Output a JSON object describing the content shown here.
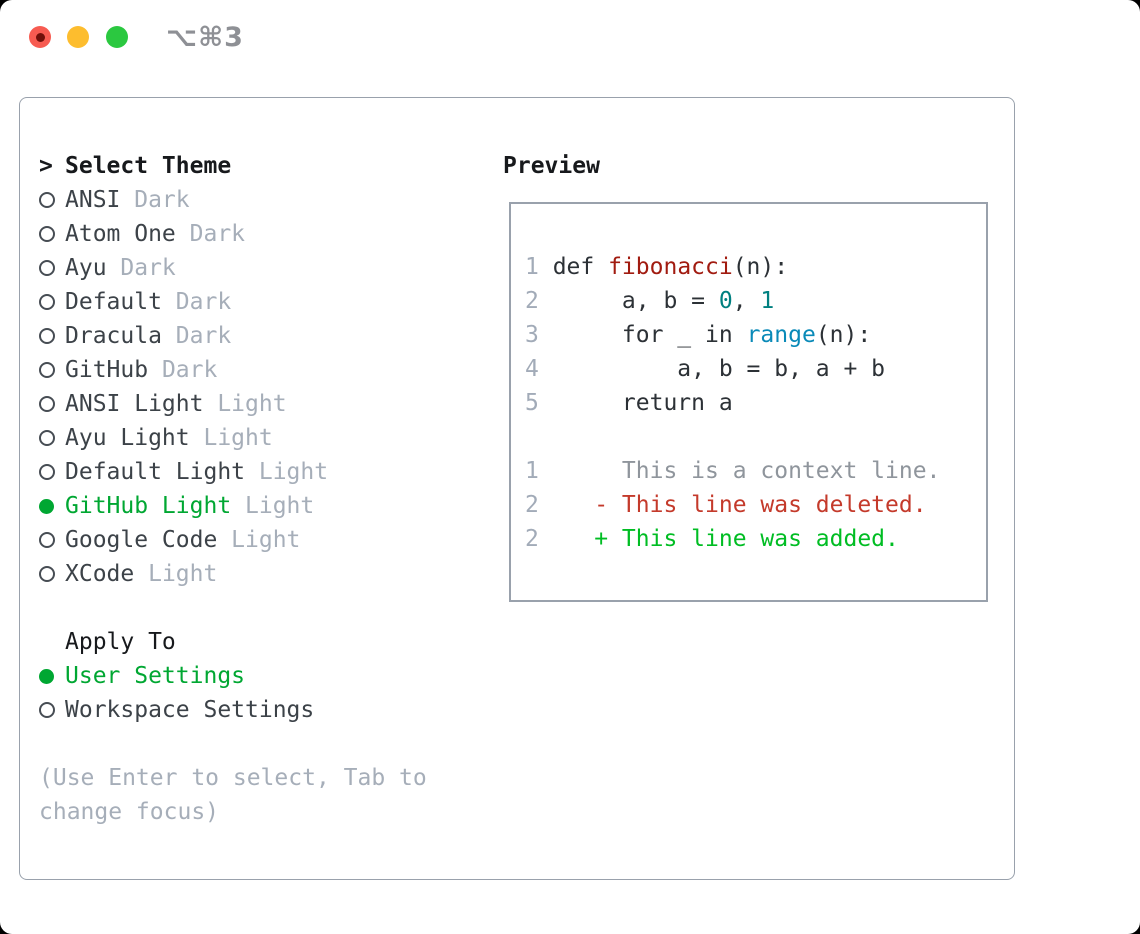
{
  "window": {
    "title": "⌥⌘3",
    "traffic_lights": [
      "close",
      "minimize",
      "zoom"
    ]
  },
  "theme_panel": {
    "header_prefix": ">",
    "header_label": "Select Theme",
    "themes": [
      {
        "name": "ANSI",
        "variant": "Dark",
        "selected": false
      },
      {
        "name": "Atom One",
        "variant": "Dark",
        "selected": false
      },
      {
        "name": "Ayu",
        "variant": "Dark",
        "selected": false
      },
      {
        "name": "Default",
        "variant": "Dark",
        "selected": false
      },
      {
        "name": "Dracula",
        "variant": "Dark",
        "selected": false
      },
      {
        "name": "GitHub",
        "variant": "Dark",
        "selected": false
      },
      {
        "name": "ANSI Light",
        "variant": "Light",
        "selected": false
      },
      {
        "name": "Ayu Light",
        "variant": "Light",
        "selected": false
      },
      {
        "name": "Default Light",
        "variant": "Light",
        "selected": false
      },
      {
        "name": "GitHub Light",
        "variant": "Light",
        "selected": true
      },
      {
        "name": "Google Code",
        "variant": "Light",
        "selected": false
      },
      {
        "name": "XCode",
        "variant": "Light",
        "selected": false
      }
    ],
    "apply_to": {
      "label": "Apply To",
      "options": [
        {
          "name": "User Settings",
          "selected": true
        },
        {
          "name": "Workspace Settings",
          "selected": false
        }
      ]
    },
    "hint_lines": [
      "(Use Enter to select, Tab to",
      "change focus)"
    ]
  },
  "preview": {
    "label": "Preview",
    "code_lines": [
      {
        "num": "1",
        "tokens": [
          {
            "t": "def ",
            "c": "code_text"
          },
          {
            "t": "fibonacci",
            "c": "function_red"
          },
          {
            "t": "(n):",
            "c": "code_text"
          }
        ]
      },
      {
        "num": "2",
        "tokens": [
          {
            "t": "     a, b = ",
            "c": "code_text"
          },
          {
            "t": "0",
            "c": "number_teal"
          },
          {
            "t": ", ",
            "c": "code_text"
          },
          {
            "t": "1",
            "c": "number_teal"
          }
        ]
      },
      {
        "num": "3",
        "tokens": [
          {
            "t": "     for _ in ",
            "c": "code_text"
          },
          {
            "t": "range",
            "c": "builtin_blue"
          },
          {
            "t": "(n):",
            "c": "code_text"
          }
        ]
      },
      {
        "num": "4",
        "tokens": [
          {
            "t": "         a, b = b, a + b",
            "c": "code_text"
          }
        ]
      },
      {
        "num": "5",
        "tokens": [
          {
            "t": "     return a",
            "c": "code_text"
          }
        ]
      },
      {
        "num": "",
        "tokens": []
      },
      {
        "num": "1",
        "tokens": [
          {
            "t": "     This is a context line.",
            "c": "context_gray"
          }
        ]
      },
      {
        "num": "2",
        "tokens": [
          {
            "t": "   - This line was deleted.",
            "c": "deleted_red"
          }
        ]
      },
      {
        "num": "2",
        "tokens": [
          {
            "t": "   + This line was added.",
            "c": "added_green"
          }
        ]
      }
    ]
  },
  "colors": {
    "accent_green": "#00a732",
    "added_green": "#00bd23",
    "deleted_red": "#c43a2b",
    "function_red": "#a11b10",
    "number_teal": "#008080",
    "builtin_blue": "#0a8ab8",
    "code_text": "#2c3136",
    "muted_gray": "#a6aeb9",
    "line_number_gray": "#a2abb8",
    "context_gray": "#8f959c",
    "heading_black": "#17191c",
    "item_text": "#3c4248",
    "border_gray": "#99a1ac",
    "traffic_red": "#f75b51",
    "traffic_red_dot": "#70100a",
    "traffic_yellow": "#fdbd2e",
    "traffic_green": "#2bc840",
    "title_gray": "#8e9095"
  }
}
